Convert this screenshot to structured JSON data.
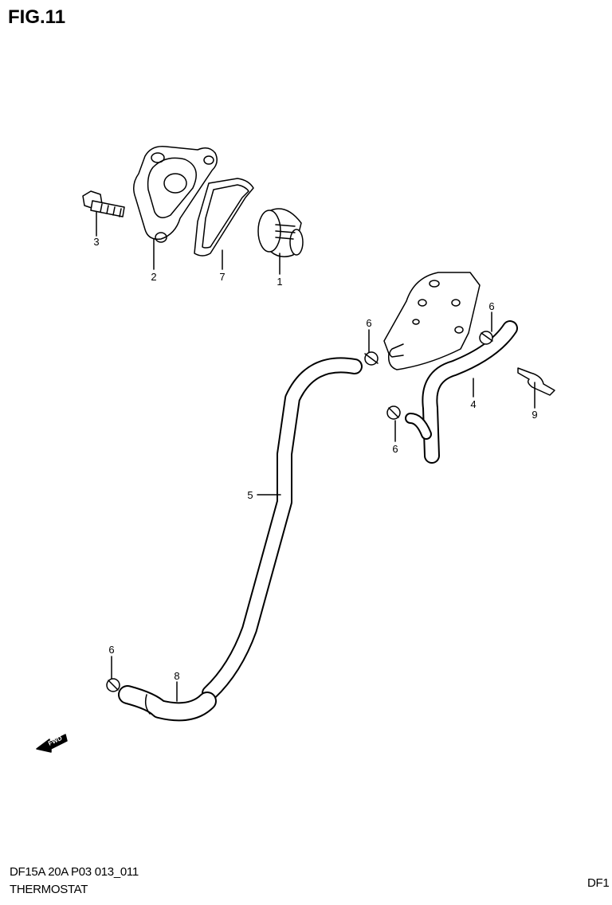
{
  "figure_title": "FIG.11",
  "footer": {
    "code": "DF15A 20A P03 013_011",
    "name": "THERMOSTAT",
    "right_cut": "DF1"
  },
  "fwd_label": "FWD",
  "parts": [
    {
      "number": "3",
      "part": "bolt"
    },
    {
      "number": "2",
      "part": "thermostat-cover"
    },
    {
      "number": "7",
      "part": "gasket"
    },
    {
      "number": "1",
      "part": "thermostat"
    },
    {
      "number": "6",
      "part": "clip"
    },
    {
      "number": "6",
      "part": "clip"
    },
    {
      "number": "4",
      "part": "hose"
    },
    {
      "number": "9",
      "part": "clamp"
    },
    {
      "number": "6",
      "part": "clip"
    },
    {
      "number": "5",
      "part": "hose"
    },
    {
      "number": "6",
      "part": "clip"
    },
    {
      "number": "8",
      "part": "hose"
    }
  ]
}
